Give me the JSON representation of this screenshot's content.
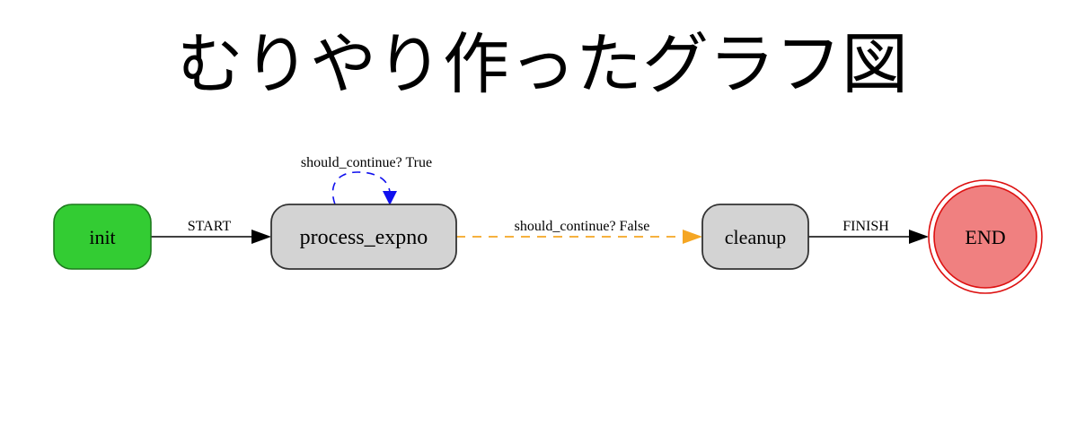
{
  "title": "むりやり作ったグラフ図",
  "graph": {
    "nodes": {
      "init": "init",
      "process": "process_expno",
      "cleanup": "cleanup",
      "end": "END"
    },
    "edges": {
      "start": "START",
      "self_loop": "should_continue? True",
      "to_cleanup": "should_continue? False",
      "finish": "FINISH"
    }
  },
  "colors": {
    "init_fill": "#33cc33",
    "process_fill": "#d3d3d3",
    "end_fill": "#f08080",
    "end_stroke": "#dd1111",
    "loop_edge": "#1010ee",
    "false_edge": "#f5a623",
    "default_edge": "#000000"
  }
}
